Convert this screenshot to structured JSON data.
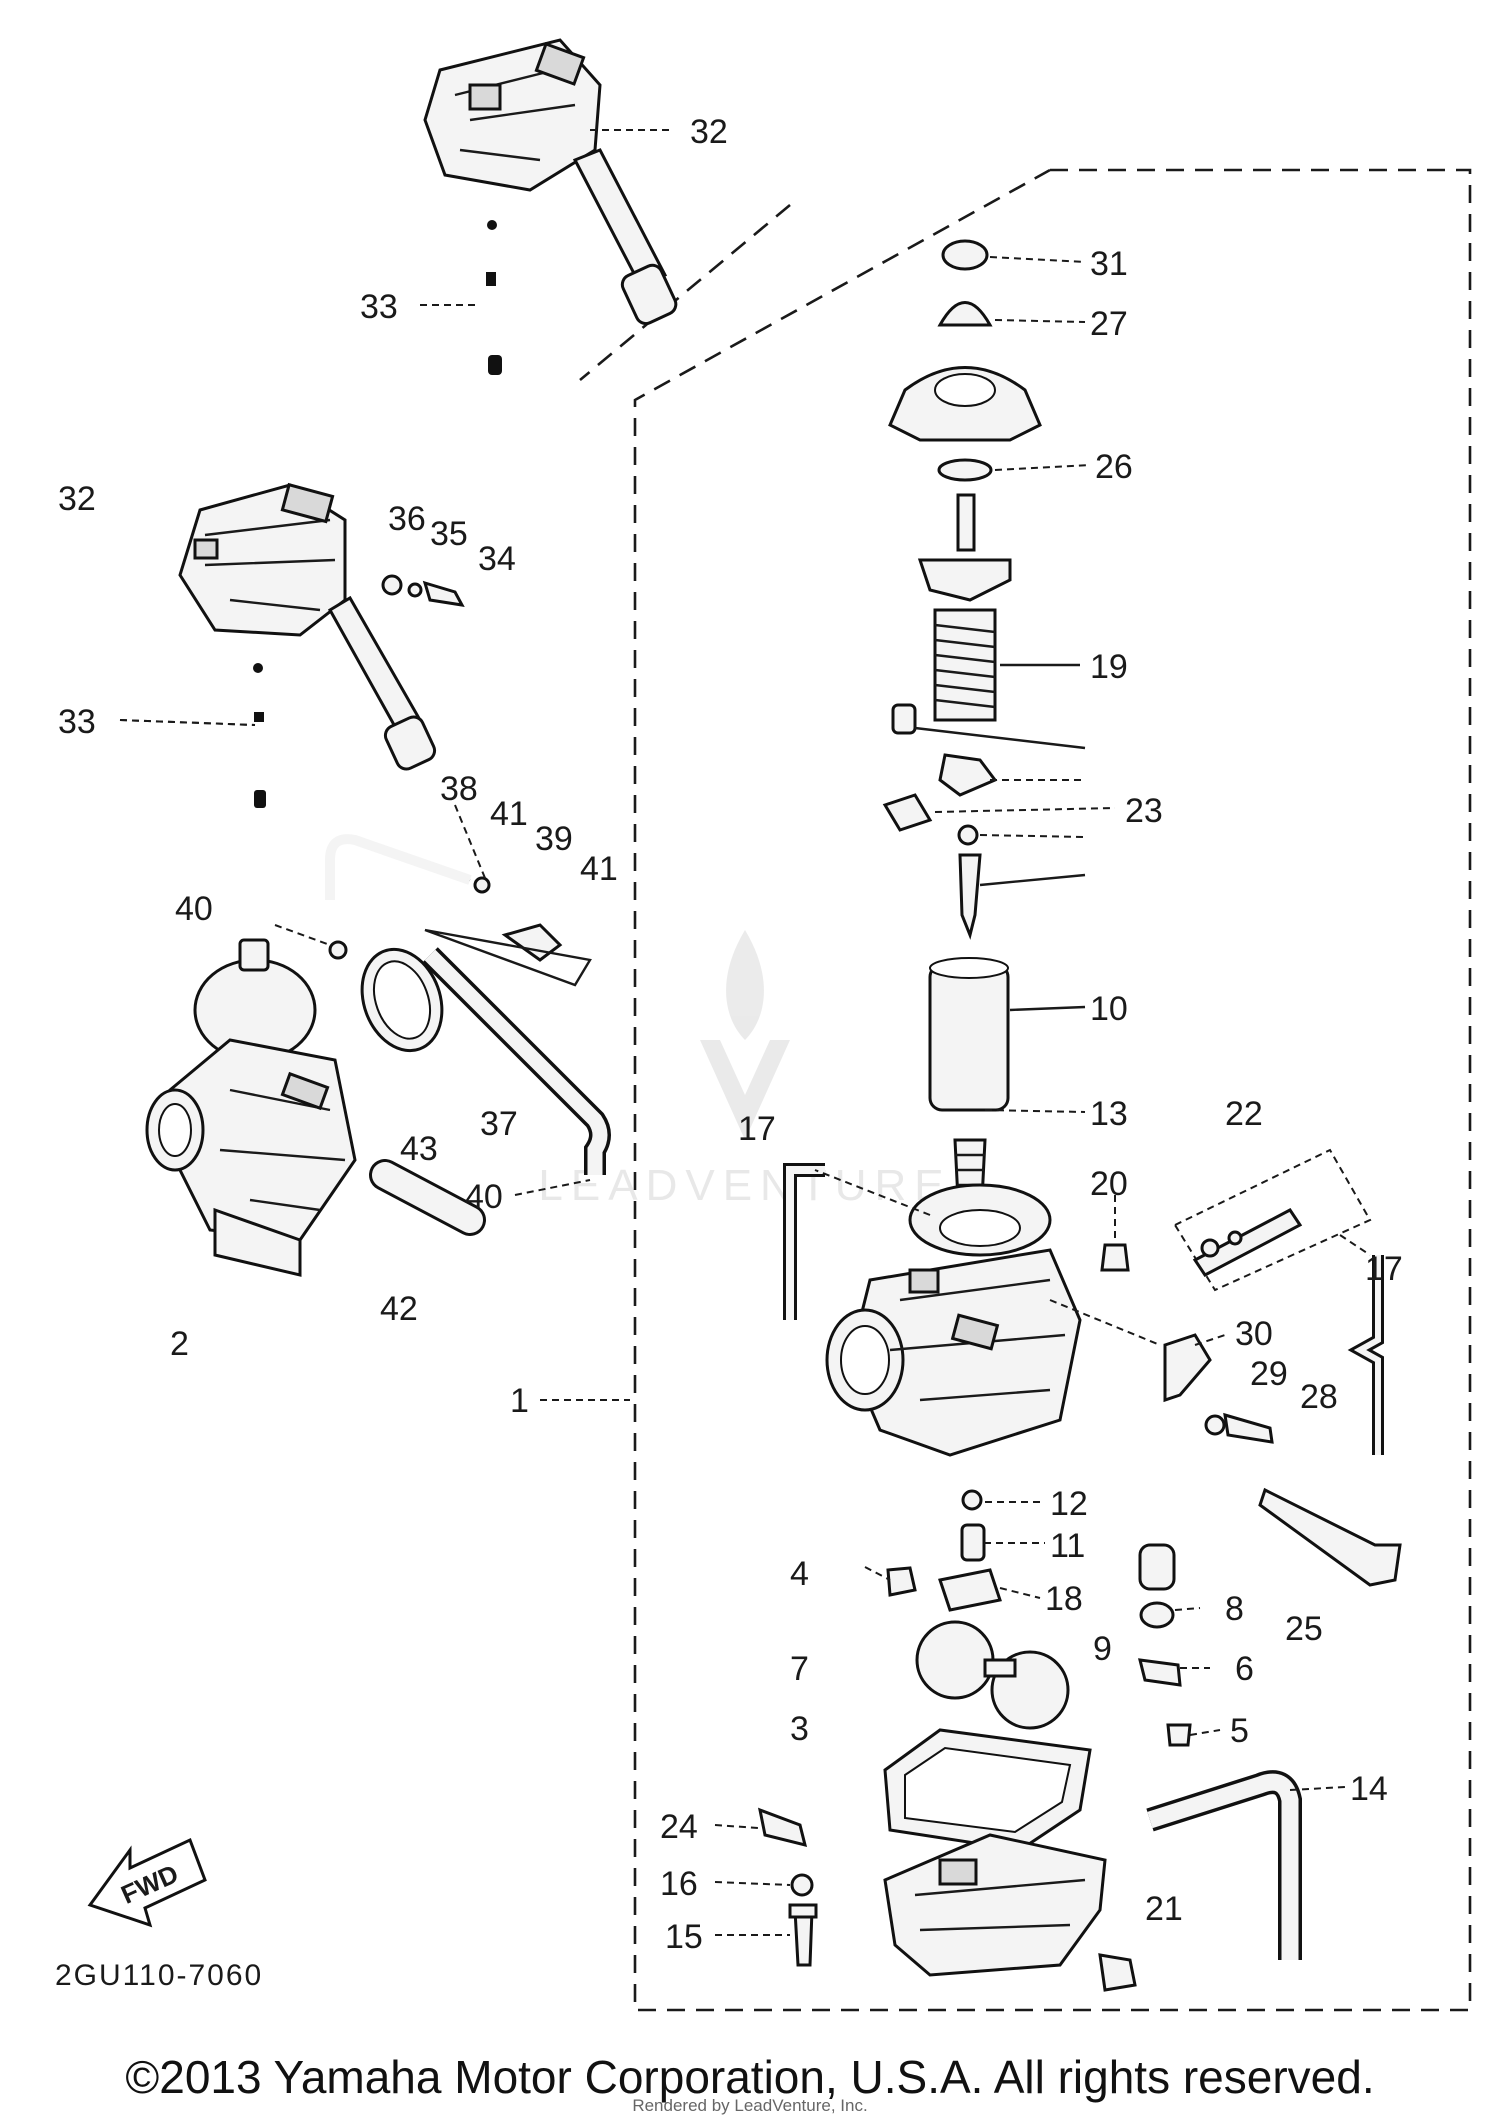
{
  "diagram": {
    "part_code": "2GU110-7060",
    "fwd_label": "FWD",
    "watermark": "LEADVENTURE",
    "callouts": [
      "32",
      "33",
      "32",
      "36",
      "35",
      "34",
      "33",
      "38",
      "41",
      "39",
      "41",
      "40",
      "37",
      "43",
      "40",
      "42",
      "2",
      "1",
      "31",
      "27",
      "26",
      "19",
      "23",
      "10",
      "13",
      "17",
      "22",
      "20",
      "17",
      "30",
      "29",
      "28",
      "12",
      "11",
      "4",
      "18",
      "8",
      "9",
      "25",
      "6",
      "7",
      "5",
      "3",
      "14",
      "24",
      "16",
      "15",
      "21"
    ]
  },
  "footer": {
    "copyright": "©2013 Yamaha Motor Corporation, U.S.A. All rights reserved.",
    "rendered_by": "Rendered by LeadVenture, Inc."
  }
}
